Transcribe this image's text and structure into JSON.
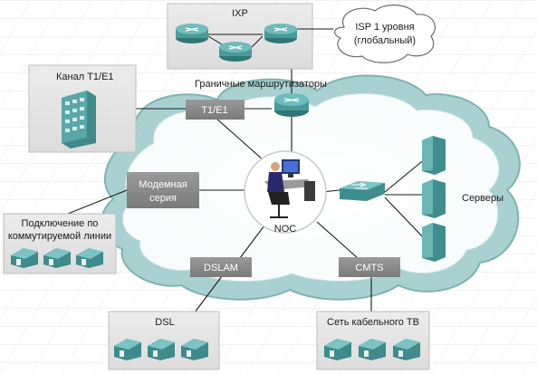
{
  "labels": {
    "ixp": "IXP",
    "isp_line1": "ISP 1 уровня",
    "isp_line2": "(глобальный)",
    "t1_channel": "Канал T1/E1",
    "border_routers": "Граничные маршрутизаторы",
    "t1e1_box": "T1/E1",
    "modem_line1": "Модемная",
    "modem_line2": "серия",
    "dialup_line1": "Подключение по",
    "dialup_line2": "коммутируемой линии",
    "noc": "NOC",
    "servers": "Серверы",
    "dslam": "DSLAM",
    "cmts": "CMTS",
    "dsl": "DSL",
    "cable_tv": "Сеть кабельного ТВ"
  },
  "colors": {
    "cloud_fill": "#b9dcdc",
    "panel_fill": "#e3e3e3",
    "box_fill": "#8a8a8a",
    "device_teal": "#3e8e8e",
    "house_teal": "#4aa3a3",
    "line": "#1a1a1a"
  }
}
